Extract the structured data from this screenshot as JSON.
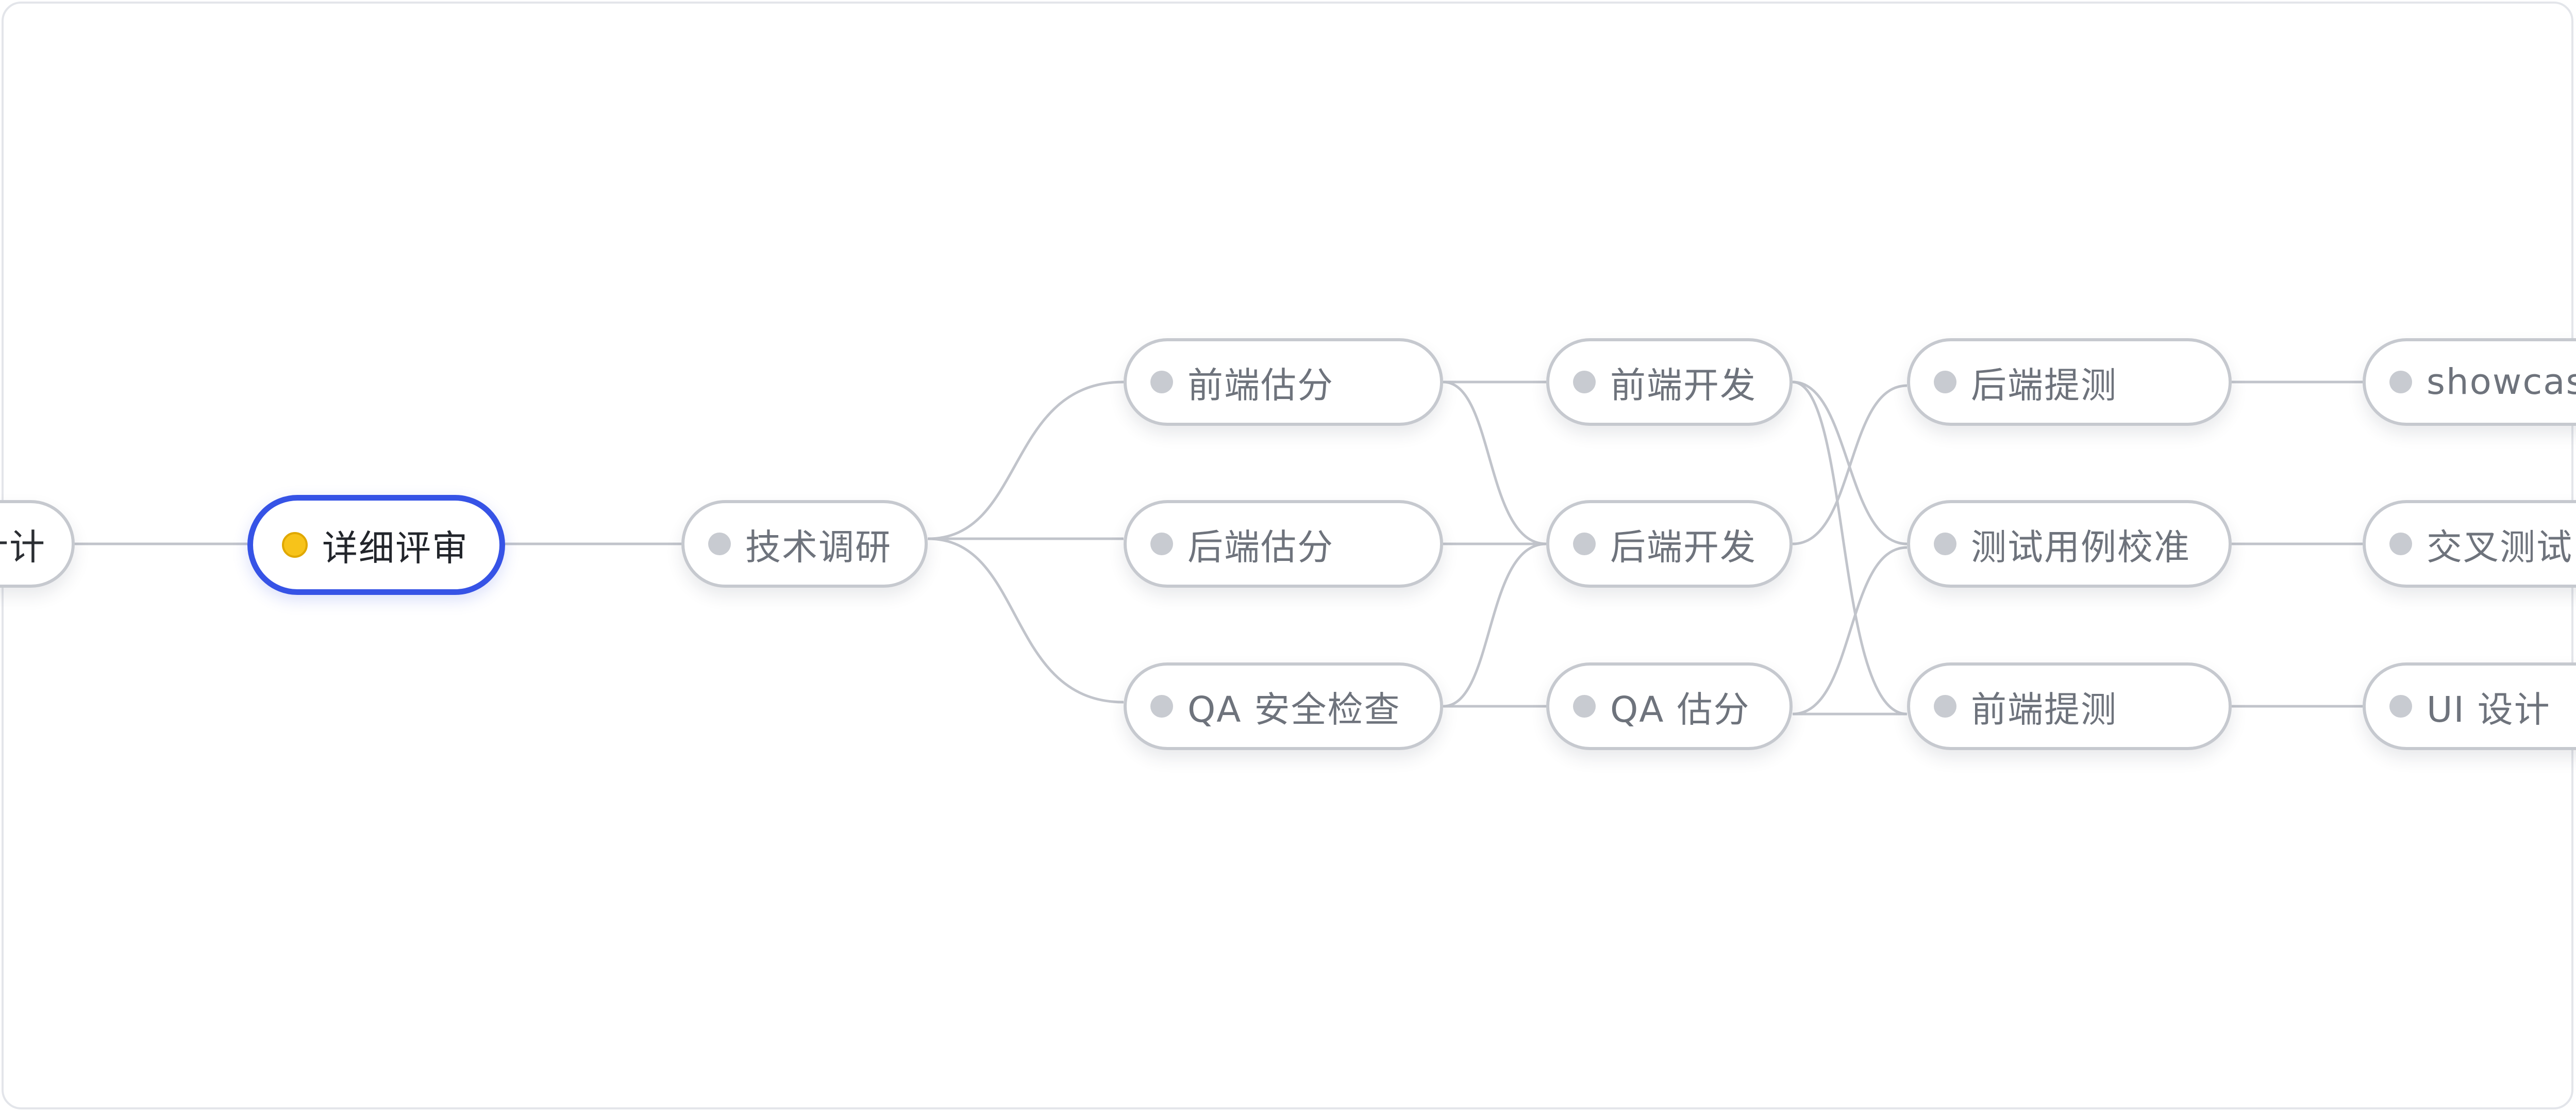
{
  "diagram": {
    "nodes": [
      {
        "id": "n-prev",
        "label": "设计计",
        "status": "default"
      },
      {
        "id": "n-review",
        "label": "详细评审",
        "status": "selected"
      },
      {
        "id": "n-research",
        "label": "技术调研",
        "status": "default"
      },
      {
        "id": "n-fe-est",
        "label": "前端估分",
        "status": "default"
      },
      {
        "id": "n-be-est",
        "label": "后端估分",
        "status": "default"
      },
      {
        "id": "n-qa-sec",
        "label": "QA 安全检查",
        "status": "default"
      },
      {
        "id": "n-fe-dev",
        "label": "前端开发",
        "status": "default"
      },
      {
        "id": "n-be-dev",
        "label": "后端开发",
        "status": "default"
      },
      {
        "id": "n-qa-est",
        "label": "QA 估分",
        "status": "default"
      },
      {
        "id": "n-be-test",
        "label": "后端提测",
        "status": "default"
      },
      {
        "id": "n-tc-cal",
        "label": "测试用例校准",
        "status": "default"
      },
      {
        "id": "n-fe-test",
        "label": "前端提测",
        "status": "default"
      },
      {
        "id": "n-showcase",
        "label": "showcase",
        "status": "default"
      },
      {
        "id": "n-cross",
        "label": "交叉测试",
        "status": "default"
      },
      {
        "id": "n-ui",
        "label": "UI 设计",
        "status": "default"
      }
    ],
    "edges": [
      [
        "n-prev",
        "n-review"
      ],
      [
        "n-review",
        "n-research"
      ],
      [
        "n-research",
        "n-fe-est"
      ],
      [
        "n-research",
        "n-be-est"
      ],
      [
        "n-research",
        "n-qa-sec"
      ],
      [
        "n-fe-est",
        "n-fe-dev"
      ],
      [
        "n-fe-est",
        "n-be-dev"
      ],
      [
        "n-be-est",
        "n-be-dev"
      ],
      [
        "n-qa-sec",
        "n-be-dev"
      ],
      [
        "n-qa-sec",
        "n-qa-est"
      ],
      [
        "n-fe-dev",
        "n-tc-cal"
      ],
      [
        "n-fe-dev",
        "n-fe-test"
      ],
      [
        "n-be-dev",
        "n-be-test"
      ],
      [
        "n-qa-est",
        "n-tc-cal"
      ],
      [
        "n-qa-est",
        "n-fe-test"
      ],
      [
        "n-be-test",
        "n-showcase"
      ],
      [
        "n-tc-cal",
        "n-cross"
      ],
      [
        "n-fe-test",
        "n-ui"
      ]
    ]
  },
  "colors": {
    "selected_border": "#3653e6",
    "selected_dot": "#f7c31a",
    "default_border": "#c6c9cf",
    "default_dot": "#c8cbd1",
    "edge": "#c1c4cb"
  }
}
